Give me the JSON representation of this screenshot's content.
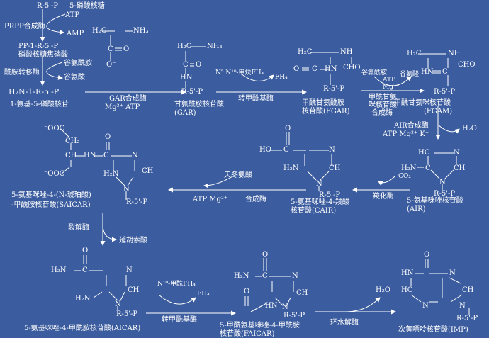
{
  "colors": {
    "background": "#3b5c9e",
    "ink": "#ffffff"
  },
  "steps": {
    "r5p": {
      "formula": "R-5'-P",
      "name": "5-磷酸核糖",
      "atp": "ATP",
      "enzyme": "PRPP合成酶",
      "amp": "AMP"
    },
    "prpp": {
      "formula": "PP-1-R-5'-P",
      "name": "磷酸核糖焦磷酸",
      "enzyme": "酰胺转移酶",
      "gln": "谷氨酰胺",
      "glu": "谷氨酸"
    },
    "pra": {
      "formula": "H₂N-1-R-5'-P",
      "name": "1-氨基-5-磷酸核苷"
    },
    "glycine": {
      "h2c": "H₂C",
      "nh3": "NH₃",
      "c": "C",
      "o": "O",
      "o_minus": "O⁻"
    },
    "gar_step": {
      "enzyme": "GAR合成酶",
      "cofactors": "Mg²⁺  ATP"
    },
    "gar": {
      "h2c": "H₂C",
      "nh3": "NH₃",
      "c": "C",
      "o": "O",
      "hn": "HN",
      "r": "R-5'-P",
      "name": "甘氨酰胺核苷酸",
      "abbr": "(GAR)"
    },
    "fgar_step": {
      "donor": "N⁵ N¹⁰-甲炔FH₄",
      "product": "FH₄",
      "enzyme": "转甲酰基酶"
    },
    "fgar": {
      "h2c": "H₂C",
      "nh": "NH",
      "cho": "CHO",
      "o": "O",
      "c": "C",
      "hn": "HN",
      "r": "R-5'-P",
      "name": "甲酰甘氨酰胺",
      "name2": "核苷酸(FGAR)"
    },
    "fgam_step": {
      "gln": "谷氨酰胺",
      "atp": "ATP",
      "mg": "Mg²⁺",
      "glu": "谷氨酸",
      "enzyme1": "甲酰甘氨",
      "enzyme2": "咪核苷酸",
      "enzyme3": "合成酶"
    },
    "fgam": {
      "h2c": "H₂C",
      "nh": "NH",
      "hn": "HN",
      "c": "C",
      "cho": "CHO",
      "r": "R-5'-P",
      "name": "甲酰甘氨咪核苷酸",
      "abbr": "(FGAM)"
    },
    "air_step": {
      "enzyme": "AIR合成酶",
      "cofactors": "ATP Mg²⁺ K⁺",
      "water": "H₂O"
    },
    "air": {
      "hc": "HC",
      "n3": "N",
      "h2n": "H₂N",
      "c": "C",
      "ch": "CH",
      "n": "N",
      "r": "R-5'-P",
      "name": "5-氨基咪唑核苷酸",
      "abbr": "(AIR)"
    },
    "cair_step": {
      "co2": "CO₂",
      "enzyme": "羧化酶"
    },
    "cair": {
      "ho": "HO",
      "c": "C",
      "o": "O",
      "n3": "N",
      "h2n": "H₂N",
      "ch": "CH",
      "n": "N",
      "r": "R-5'-P",
      "name": "5-氨基咪唑-4-羧酸",
      "name2": "核苷酸(CAIR)"
    },
    "saicar_step": {
      "asp": "天冬氨酸",
      "cofactors": "ATP  Mg²⁺",
      "enzyme": "合成酶"
    },
    "saicar": {
      "coo1": "⁻OOC",
      "ch2": "CH₂",
      "ch": "CH",
      "coo2": "⁻OOC",
      "hn": "HN",
      "c": "C",
      "o": "O",
      "n3": "N",
      "h2n": "H₂N",
      "chr": "CH",
      "n": "N",
      "r": "R-5'-P",
      "name": "5-氨基咪唑-4-(N-琥珀酸)",
      "name2": "-甲酰胺核苷酸(SAICAR)"
    },
    "aicar_step": {
      "enzyme": "裂解酶",
      "product": "延胡索酸"
    },
    "aicar": {
      "o": "O",
      "h2n_top": "H₂N",
      "c": "C",
      "n3": "N",
      "h2n": "H₂N",
      "ch": "CH",
      "n": "N",
      "r": "R-5'-P",
      "name": "5-氨基咪唑-4-甲酰胺核苷酸(AICAR)"
    },
    "faicar_step": {
      "donor": "N¹⁰-甲酰FH₄",
      "product": "FH₄",
      "enzyme": "转甲酰基酶"
    },
    "faicar": {
      "o1": "O",
      "h2n": "H₂N",
      "c": "C",
      "n3": "N",
      "o2": "O",
      "hn": "HN",
      "ch": "CH",
      "n": "N",
      "r": "R-5'-P",
      "name": "5-甲酰氨基咪唑-4-甲酰胺",
      "name2": "核苷酸(FAICAR)"
    },
    "imp_step": {
      "water": "H₂O",
      "enzyme": "环水解酶"
    },
    "imp": {
      "o": "O",
      "hn": "HN",
      "n7": "N",
      "hc": "HC",
      "ch": "CH",
      "n3": "N",
      "n9": "N",
      "r": "R-5'-P",
      "name": "次黄嘌呤核苷酸(IMP)"
    }
  }
}
